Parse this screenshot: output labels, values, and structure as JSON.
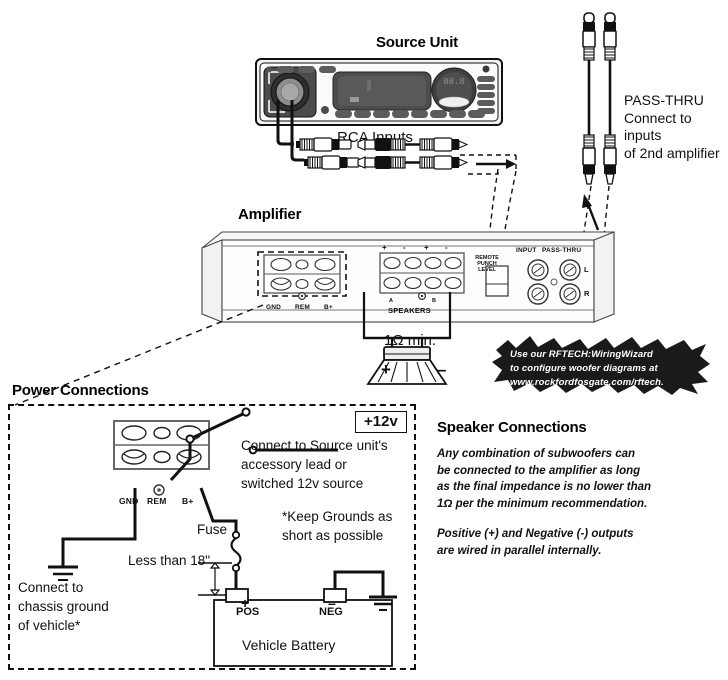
{
  "diagram": {
    "title_source_unit": "Source Unit",
    "title_amplifier": "Amplifier",
    "title_power_connections": "Power Connections",
    "title_speaker_connections": "Speaker Connections",
    "rca_inputs_label": "RCA Inputs"
  },
  "passthru": {
    "line1": "PASS-THRU",
    "line2": "Connect to inputs",
    "line3": "of 2nd amplifier"
  },
  "amplifier": {
    "terminal_gnd": "GND",
    "terminal_rem": "REM",
    "terminal_bplus": "B+",
    "speakers_label": "SPEAKERS",
    "speaker_a": "A",
    "speaker_b": "B",
    "polarity_plus_1": "+",
    "polarity_minus_1": "-",
    "polarity_plus_2": "+",
    "polarity_minus_2": "-",
    "remote_punch_level_1": "REMOTE",
    "remote_punch_level_2": "PUNCH",
    "remote_punch_level_3": "LEVEL",
    "input_label": "INPUT",
    "passthru_label": "PASS-THRU",
    "channel_l": "L",
    "channel_r": "R",
    "impedance_min": "1Ω min.",
    "sub_plus": "+",
    "sub_minus": "–"
  },
  "callout": {
    "line1": "Use our RFTECH:WiringWizard",
    "line2": "to configure woofer diagrams at",
    "line3": "www.rockfordfosgate.com/rftech."
  },
  "power": {
    "plus12v": "+12v",
    "accessory_line1": "Connect to Source unit's",
    "accessory_line2": "accessory lead or",
    "accessory_line3": "switched 12v source",
    "grounds_line1": "*Keep Grounds as",
    "grounds_line2": "short as possible",
    "fuse": "Fuse",
    "less_than": "Less than 18\"",
    "chassis_line1": "Connect to",
    "chassis_line2": "chassis ground",
    "chassis_line3": "of vehicle*",
    "terminal_gnd": "GND",
    "terminal_rem": "REM",
    "terminal_bplus": "B+",
    "battery_pos_sign": "+",
    "battery_pos": "POS",
    "battery_neg_sign": "–",
    "battery_neg": "NEG",
    "battery_label": "Vehicle Battery"
  },
  "speaker_notes": {
    "p1_line1": "Any combination of subwoofers can",
    "p1_line2": "be connected to the amplifier as long",
    "p1_line3": "as the final impedance is no lower than",
    "p1_line4": "1Ω  per the minimum recommendation.",
    "p2_line1": "Positive (+) and Negative (-) outputs",
    "p2_line2": "are wired in parallel internally."
  },
  "colors": {
    "ink": "#111111",
    "panel_light": "#f2f2f2",
    "panel_mid": "#bdbdbd",
    "panel_dark": "#3a3a3a",
    "display_dark": "#4a4a4a",
    "callout_bg": "#1a1a1a"
  }
}
